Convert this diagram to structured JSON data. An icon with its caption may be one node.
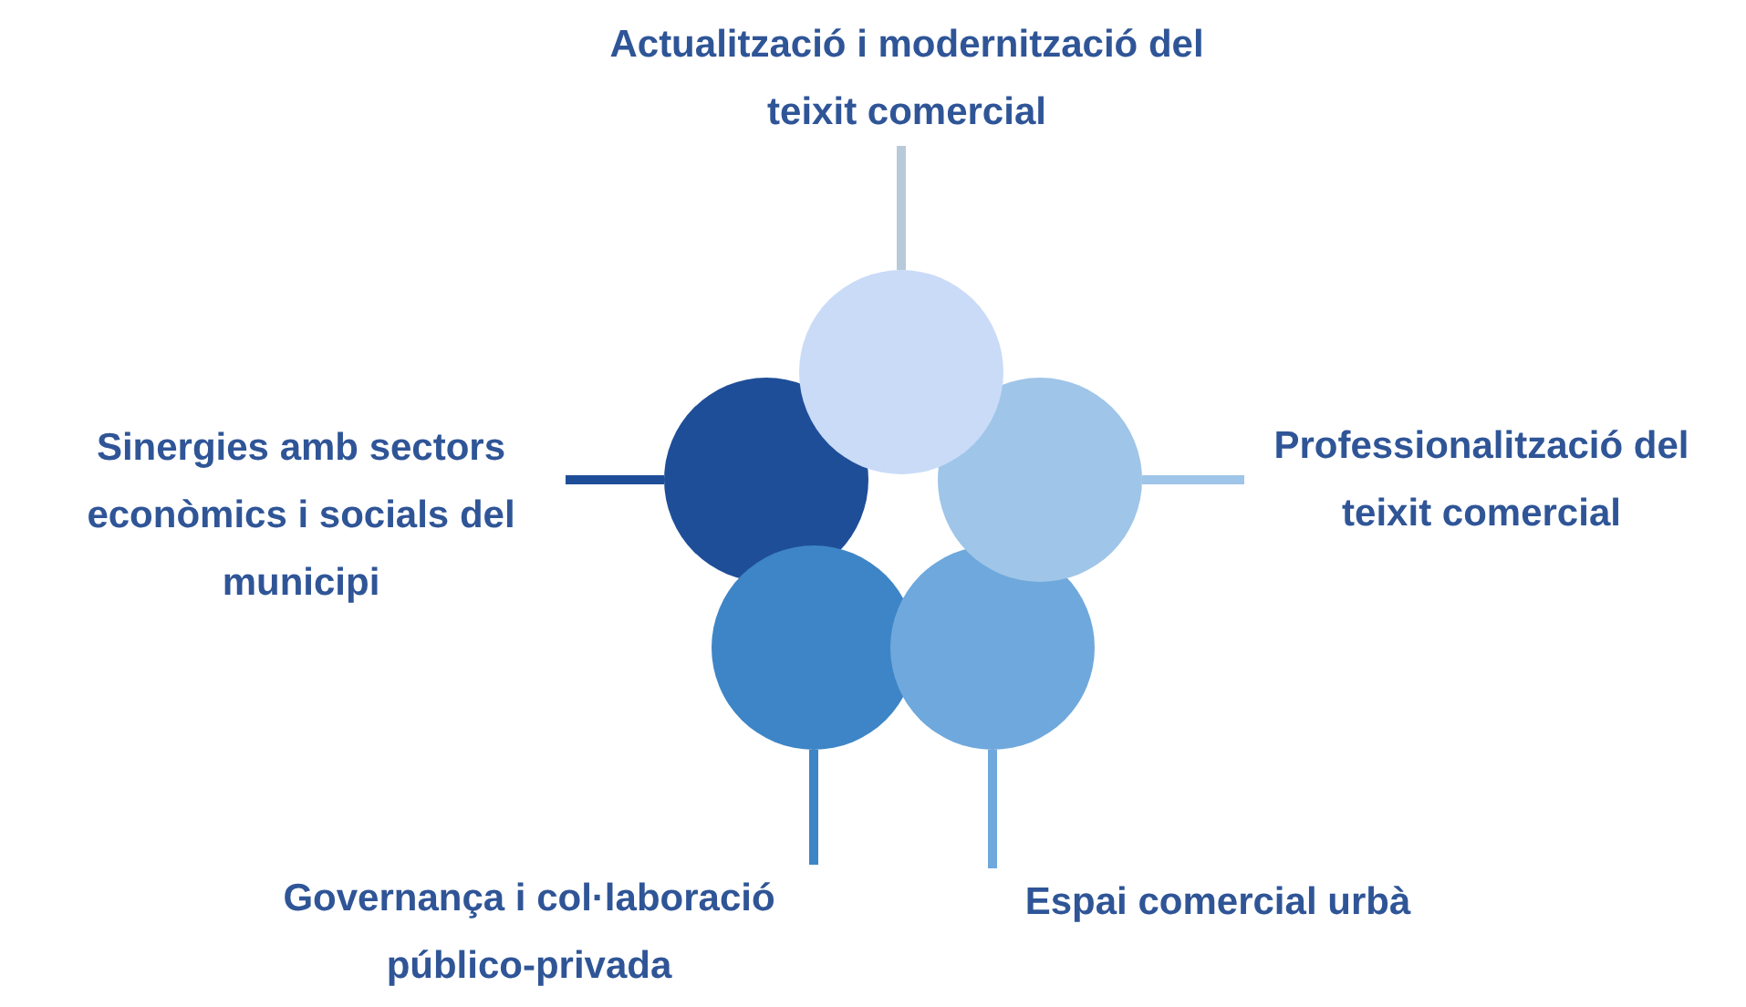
{
  "diagram": {
    "nodes": [
      {
        "text": [
          "Actualització i modernització del teixit comercial"
        ]
      },
      {
        "text": [
          "Sinergies amb sectors econòmics i socials del municipi"
        ]
      },
      {
        "text": [
          "Professionalització del teixit comercial"
        ]
      },
      {
        "text": [
          "Governança i col·laboració público-privada"
        ]
      },
      {
        "text": [
          "Espai comercial urbà"
        ]
      },
      {
        "text": [],
        "shape": "circle"
      },
      {
        "text": [],
        "shape": "circle"
      },
      {
        "text": [],
        "shape": "circle"
      },
      {
        "text": [],
        "shape": "circle"
      },
      {
        "text": [],
        "shape": "circle"
      }
    ],
    "edges": [
      {
        "from": 0,
        "to": 7,
        "arrow": "none",
        "color": "#b8c9d9"
      },
      {
        "from": 1,
        "to": 5,
        "arrow": "none",
        "color": "#1f4e99"
      },
      {
        "from": 2,
        "to": 9,
        "arrow": "none",
        "color": "#9fc5e8"
      },
      {
        "from": 3,
        "to": 6,
        "arrow": "none",
        "color": "#3d85c6"
      },
      {
        "from": 4,
        "to": 8,
        "arrow": "none",
        "color": "#6fa8dc"
      }
    ]
  }
}
